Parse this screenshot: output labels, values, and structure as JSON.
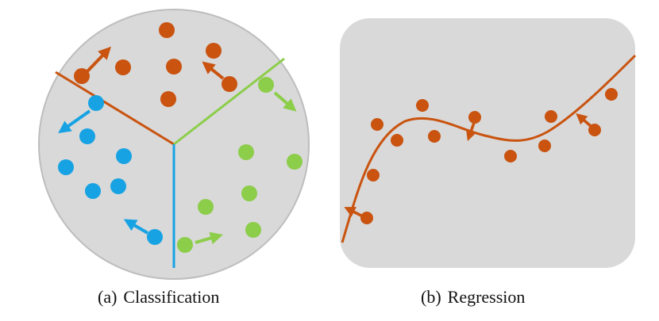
{
  "colors": {
    "panel_fill": "#d9d9d9",
    "panel_stroke": "#bdbdbd",
    "orange": "#c9530f",
    "blue": "#17a3e3",
    "green": "#8ccd4a"
  },
  "captions": {
    "classification_tag": "(a)",
    "classification_label": "Classification",
    "regression_tag": "(b)",
    "regression_label": "Regression"
  }
}
